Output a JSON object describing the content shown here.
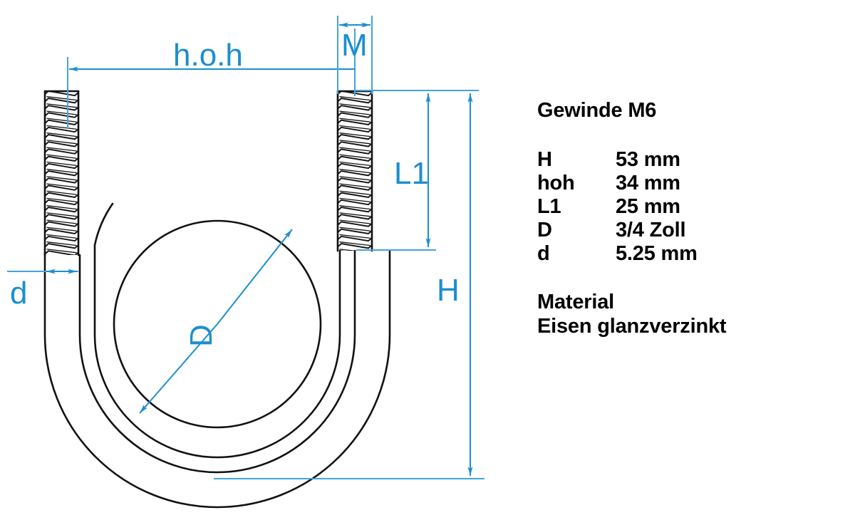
{
  "drawing": {
    "title": "U-Bolt technical drawing",
    "accent_color": "#1b8ed0",
    "line_color": "#111111",
    "background": "#ffffff",
    "dimension_labels": [
      {
        "id": "hoh",
        "text": "h.o.h",
        "meaning": "hole-on-hole / centre distance"
      },
      {
        "id": "M",
        "text": "M",
        "meaning": "thread size"
      },
      {
        "id": "L1",
        "text": "L1",
        "meaning": "thread length"
      },
      {
        "id": "H",
        "text": "H",
        "meaning": "overall height"
      },
      {
        "id": "D",
        "text": "D",
        "meaning": "inner pipe diameter"
      },
      {
        "id": "d",
        "text": "d",
        "meaning": "rod diameter"
      }
    ]
  },
  "spec": {
    "thread_title": "Gewinde M6",
    "rows": [
      {
        "key": "H",
        "value": "53 mm"
      },
      {
        "key": "hoh",
        "value": "34 mm"
      },
      {
        "key": "L1",
        "value": "25 mm"
      },
      {
        "key": "D",
        "value": "3/4 Zoll"
      },
      {
        "key": "d",
        "value": "5.25 mm"
      }
    ],
    "material_heading": "Material",
    "material_value": "Eisen glanzverzinkt"
  }
}
